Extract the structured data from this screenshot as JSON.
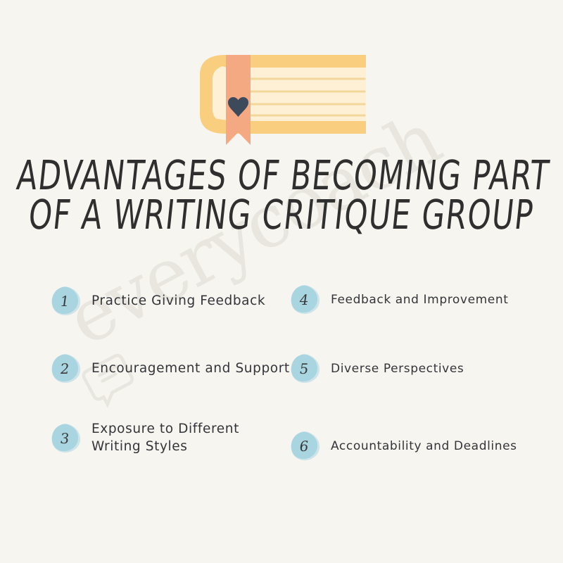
{
  "theme": {
    "background": "#F7F5EF",
    "badge_fill": "#A8D5DF",
    "badge_shadow": "#CFE4EA",
    "text_dark": "#33353A",
    "title_color": "#2F2F2F",
    "book_cover": "#F9CE7E",
    "book_pages": "#FDF0D5",
    "book_line": "#F2D79B",
    "bookmark": "#F5A983",
    "heart": "#3D4A5C",
    "watermark_color": "#E8E6DE"
  },
  "illustration": {
    "name": "book-with-bookmark",
    "book_icon": "book-icon",
    "bookmark_icon": "bookmark-ribbon-icon",
    "heart_icon": "heart-icon"
  },
  "title": {
    "line1": "ADVANTAGES OF BECOMING PART",
    "line2": "OF A WRITING CRITIQUE GROUP",
    "full": "ADVANTAGES OF BECOMING PART OF A WRITING CRITIQUE GROUP"
  },
  "watermark": {
    "text": "everycoach",
    "mark_icon": "chat-book-logo-icon"
  },
  "list": {
    "left_column": [
      {
        "number": "1",
        "label_line1": "Practice Giving Feedback",
        "label_line2": ""
      },
      {
        "number": "2",
        "label_line1": "Encouragement and Support",
        "label_line2": ""
      },
      {
        "number": "3",
        "label_line1": "Exposure to Different",
        "label_line2": "Writing Styles"
      }
    ],
    "right_column": [
      {
        "number": "4",
        "label_line1": "Feedback and Improvement",
        "label_line2": ""
      },
      {
        "number": "5",
        "label_line1": "Diverse Perspectives",
        "label_line2": ""
      },
      {
        "number": "6",
        "label_line1": "Accountability and Deadlines",
        "label_line2": ""
      }
    ]
  }
}
